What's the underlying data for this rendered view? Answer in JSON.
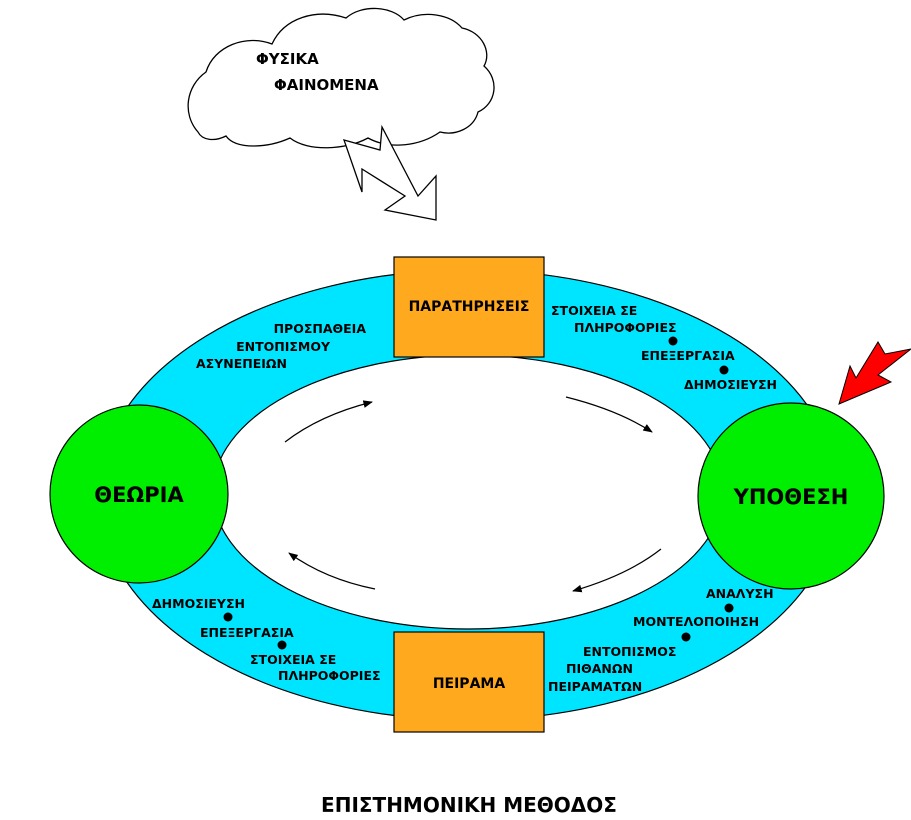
{
  "colors": {
    "ring": "#00e5ff",
    "node": "#00ee00",
    "box": "#ffa91f",
    "pointer": "#ff0000",
    "outline": "#000000",
    "cloud": "#ffffff"
  },
  "cloud": {
    "line1": "ΦΥΣΙΚΑ",
    "line2": "ΦΑΙΝΟΜΕΝΑ"
  },
  "boxes": {
    "top": "ΠΑΡΑΤΗΡΗΣΕΙΣ",
    "bottom": "ΠΕΙΡΑΜΑ"
  },
  "nodes": {
    "left": "ΘΕΩΡΙΑ",
    "right": "ΥΠΟΘΕΣΗ"
  },
  "annotations": {
    "top_left": [
      "ΠΡΟΣΠΑΘΕΙΑ",
      "ΕΝΤΟΠΙΣΜΟΥ",
      "ΑΣΥΝΕΠΕΙΩΝ"
    ],
    "top_right": {
      "line1": "ΣΤΟΙΧΕΙΑ ΣΕ",
      "line2": "ΠΛΗΡΟΦΟΡΙΕΣ",
      "line3": "ΕΠΕΞΕΡΓΑΣΙΑ",
      "line4": "ΔΗΜΟΣΙΕΥΣΗ"
    },
    "bottom_left": {
      "line1": "ΔΗΜΟΣΙΕΥΣΗ",
      "line2": "ΕΠΕΞΕΡΓΑΣΙΑ",
      "line3": "ΣΤΟΙΧΕΙΑ ΣΕ",
      "line4": "ΠΛΗΡΟΦΟΡΙΕΣ"
    },
    "bottom_right": {
      "line1": "ΑΝΑΛΥΣΗ",
      "line2": "ΜΟΝΤΕΛΟΠΟΙΗΣΗ",
      "line3": "ΕΝΤΟΠΙΣΜΟΣ",
      "line4": "ΠΙΘΑΝΩΝ",
      "line5": "ΠΕΙΡΑΜΑΤΩΝ"
    }
  },
  "caption": "ΕΠΙΣΤΗΜΟΝΙΚΗ ΜΕΘΟΔΟΣ"
}
